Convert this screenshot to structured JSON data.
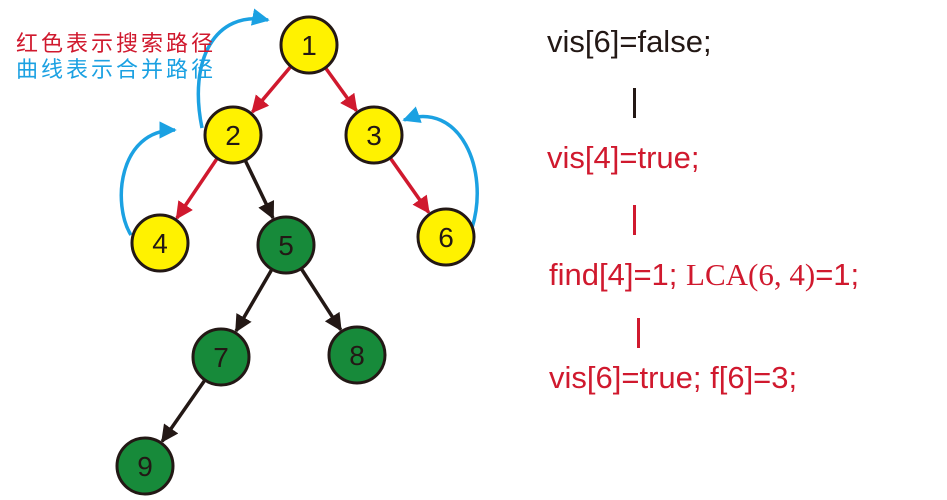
{
  "legend": {
    "red_text": "红色表示搜索路径",
    "blue_text": "曲线表示合并路径"
  },
  "colors": {
    "red": "#d0192e",
    "blue": "#1ba1e2",
    "black": "#231815",
    "yellow": "#fff200",
    "green": "#178a3a"
  },
  "tree": {
    "nodes": [
      {
        "id": "1",
        "label": "1",
        "color": "yellow"
      },
      {
        "id": "2",
        "label": "2",
        "color": "yellow"
      },
      {
        "id": "3",
        "label": "3",
        "color": "yellow"
      },
      {
        "id": "4",
        "label": "4",
        "color": "yellow"
      },
      {
        "id": "5",
        "label": "5",
        "color": "green"
      },
      {
        "id": "6",
        "label": "6",
        "color": "yellow"
      },
      {
        "id": "7",
        "label": "7",
        "color": "green"
      },
      {
        "id": "8",
        "label": "8",
        "color": "green"
      },
      {
        "id": "9",
        "label": "9",
        "color": "green"
      }
    ],
    "edges": [
      {
        "from": "1",
        "to": "2",
        "style": "red"
      },
      {
        "from": "1",
        "to": "3",
        "style": "red"
      },
      {
        "from": "2",
        "to": "4",
        "style": "red"
      },
      {
        "from": "2",
        "to": "5",
        "style": "black"
      },
      {
        "from": "3",
        "to": "6",
        "style": "red"
      },
      {
        "from": "5",
        "to": "7",
        "style": "black"
      },
      {
        "from": "5",
        "to": "8",
        "style": "black"
      },
      {
        "from": "7",
        "to": "9",
        "style": "black"
      }
    ],
    "merge_curves": [
      {
        "from": "4",
        "to": "2"
      },
      {
        "from": "2",
        "to": "1"
      },
      {
        "from": "6",
        "to": "3"
      }
    ]
  },
  "steps": {
    "line1": "vis[6]=false;",
    "line2": "vis[4]=true;",
    "line3_a": "find[4]=1;",
    "line3_b": "LCA(6, 4)",
    "line3_c": "=1;",
    "line4": "vis[6]=true;  f[6]=3;"
  }
}
